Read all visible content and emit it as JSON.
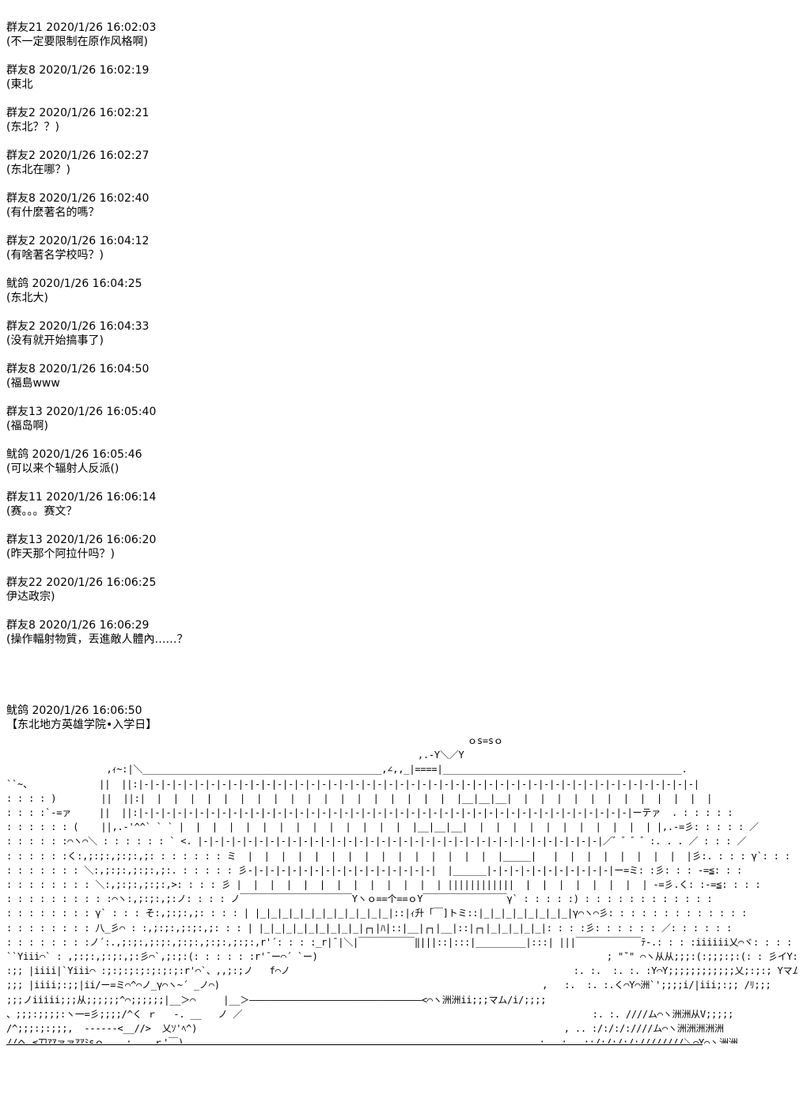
{
  "messages": [
    {
      "header": "群友21 2020/1/26 16:02:03",
      "text": "(不一定要限制在原作风格啊)"
    },
    {
      "header": "群友8 2020/1/26 16:02:19",
      "text": "(東北"
    },
    {
      "header": "群友2 2020/1/26 16:02:21",
      "text": "(东北？？)"
    },
    {
      "header": "群友2 2020/1/26 16:02:27",
      "text": "(东北在哪？)"
    },
    {
      "header": "群友8 2020/1/26 16:02:40",
      "text": "(有什麼著名的嗎？"
    },
    {
      "header": "群友2 2020/1/26 16:04:12",
      "text": "(有啥著名学校吗？)"
    },
    {
      "header": "鱿鸽 2020/1/26 16:04:25",
      "text": "(东北大)"
    },
    {
      "header": "群友2 2020/1/26 16:04:33",
      "text": "(没有就开始搞事了)"
    },
    {
      "header": "群友8 2020/1/26 16:04:50",
      "text": "(福島www"
    },
    {
      "header": "群友13 2020/1/26 16:05:40",
      "text": "(福岛啊)"
    },
    {
      "header": "鱿鸽 2020/1/26 16:05:46",
      "text": "(可以来个辐射人反派()"
    },
    {
      "header": "群友11 2020/1/26 16:06:14",
      "text": "(赛。。。赛文？"
    },
    {
      "header": "群友13 2020/1/26 16:06:20",
      "text": "(昨天那个阿拉什吗？)"
    },
    {
      "header": "群友22 2020/1/26 16:06:25",
      "text": "伊达政宗)"
    },
    {
      "header": "群友8 2020/1/26 16:06:29",
      "text": "(操作輻射物質，丟進敵人體內……？"
    }
  ],
  "final_message": {
    "header": "鱿鸽 2020/1/26 16:06:50",
    "text": "【东北地方英雄学院•入学日】"
  },
  "ascii_art": "                                                                                   ｏs=sｏ\n                                                                          ,.-Y＼／Y\n                  ,ｨ~:|＼___________________________________________,∠,,_|====|___________________________________________.\n``~、            ||  ||:|-|-|-|-|-|-|-|-|-|-|-|-|-|-|-|-|-|-|-|-|-|-|-|-|-|-|-|-|-|-|-|-|-|-|-|-|-|-|-|-|-|-|-|-|-|-|-|-|-|-|\n: : : : )        ||  ||:|  |  |  |  |  |  |  |  |  |  |  |  |  |  |  |  |  |  |  |__|__|__|  |  |  |  |  |  |  |  |  |  |  |  |\n: : : :`-=ァ     ||  ||:|-|-|-|-|-|-|-|-|-|-|-|-|-|-|-|-|-|-|-|-|-|-|-|-|-|-|-|-|-|-|-|-|-|-|-|-|-|-|-|-|-|-|-|-|ーテァ  . : : : : :\n: : : : : : (    ||,.-'^^` ` ` |  |  |  |  |  |  |  |  |  |  |  |  |  |  |__|__|__|  |  |  |  |  |  |  |  |  |  |  | |,.-=彡: : : : : ／\n: : : : : :⌒ヽ⌒＼ : : : : : : ` <. |-|-|-|-|-|-|-|-|-|-|-|-|-|-|-|-|-|-|-|-|-|-|-|-|-|-|-|-|-|-|-|-|-|-|-|-|／゛゛゛゛:. . . ／ : : : ／\n: : : : : :く:,;:;:,;:;:,;: : : : : : : ミ  |  |  |  |  |  |  |  |  |  |  |  |  |  |  |  |_____|   |  |  |  |  |  |  |  |  |彡:. : : : γ`: : : : ／ : :\n: : : : : : : ＼:,;:;:,;:;:,;:. : : : : : 彡-|-|-|-|-|-|-|-|-|-|-|-|-|-|-|-|-|  |______|-|-|-|-|-|-|-|-|-|-|-|ー=ミ: :彡: : : -=≦: : :\n: : : : : : : : ＼:,;:;:,;:;:,>: : : : 彡 |  |  |  |  |  |  |  |  |  |  |  |  | ||||||||||||  |  |  |  |  |  |  |  | -=彡.く: :-=≦: : : :\n: : : : : : : : : :⌒ヽ:,;:;:,;:ノ: : : : ノ￣￣￣￣￣￣￣￣￣￣￣￣Yヽｏ==个==ｏY￣￣￣￣￣￣￣￣￣γ` : : : : :) : : : : : : : : : : : :\n: : : : : : : : γ` : : : そ:,;:;:,;: : : : | |_|_|_|_|_|_|_|_|_|_|_|_|::|ｨ升「￣]トミ::|_|_|_|_|_|_|_|_|γ⌒ヽ⌒彡: : : : : : : : : : : : :\n: : : : : : : : 八_彡⌒ : :,;:;:,;:;:,;: : : | |_|_|_|_|_|_|_|_|_|┌┐|ﾊ|::|__|┌┐|__|::|┌┐|_|_|_|_|_|: : : :彡: : : : : : ／: : : : : :\n: : : : : : : :ノ´:.,;:;:,;:;:,;:;:,;:;:,;:;:,r'´: : : :_r|¯|＼|￣￣￣￣￣￣‖|||::|:::|_________|:::| |||￣￣￣￣￣￣￣ﾃ-.: : : :iiiiii乂⌒ヾ: : : : : ／: :\n``Yiii⌒` : ,;:;:,;:;:,;:彡⌒`,;:;:(: : : : : :r'¯ー⌒´ `ー)                                                    ; \"˘\" ⌒ヽ从从;;;:(:;;;:;:(: : 彡イY: ／\n:;; |iiii|`Yiii⌒ :;:;:;:;:;:;:;:r'⌒`、,,;:;ノ   f⌒ノ                                                   :. :.  :. :. :Y⌒Y;;;;;;;;;;;;乂;:;:; Yマムﾉﾘ;;;ﾊ'\n;;; |iiii;:;;|ii/ー=ミ⌒^⌒ノ_γ⌒ヽ~´ _ノ⌒)                                                          ,   :.  :. :.く⌒Y⌒洲`';;;;i/|iii;:;; /ﾘ;;;\n;;;ノiiiii;;;从;;;;;;^⌒;;;;;;|__＞⌒     |__＞———————————————————————————————<⌒ヽ洲洲ii;;;マム/i/;;;;\n、;;;:;;;;:ヽ一=彡;;;;/^く ｒ   ‐. __   ノ ／                                                               :. :. ////ム⌒ヽ洲洲从V;;;;;\n/^;;;:;:;;;,  ------<__//>  乂ｿ'ﾍ^)                                                                  , .. :/:/:/:////ム⌒ヽ洲洲洲洲洲\n//ヘ ≦刀ｱｱァァｱｱﾐsｏ  ..:    ｒ'￣)                                                                :.  :.  ::/:/:/:/:////////＼⌒Y⌒ヽ洲洲"
}
